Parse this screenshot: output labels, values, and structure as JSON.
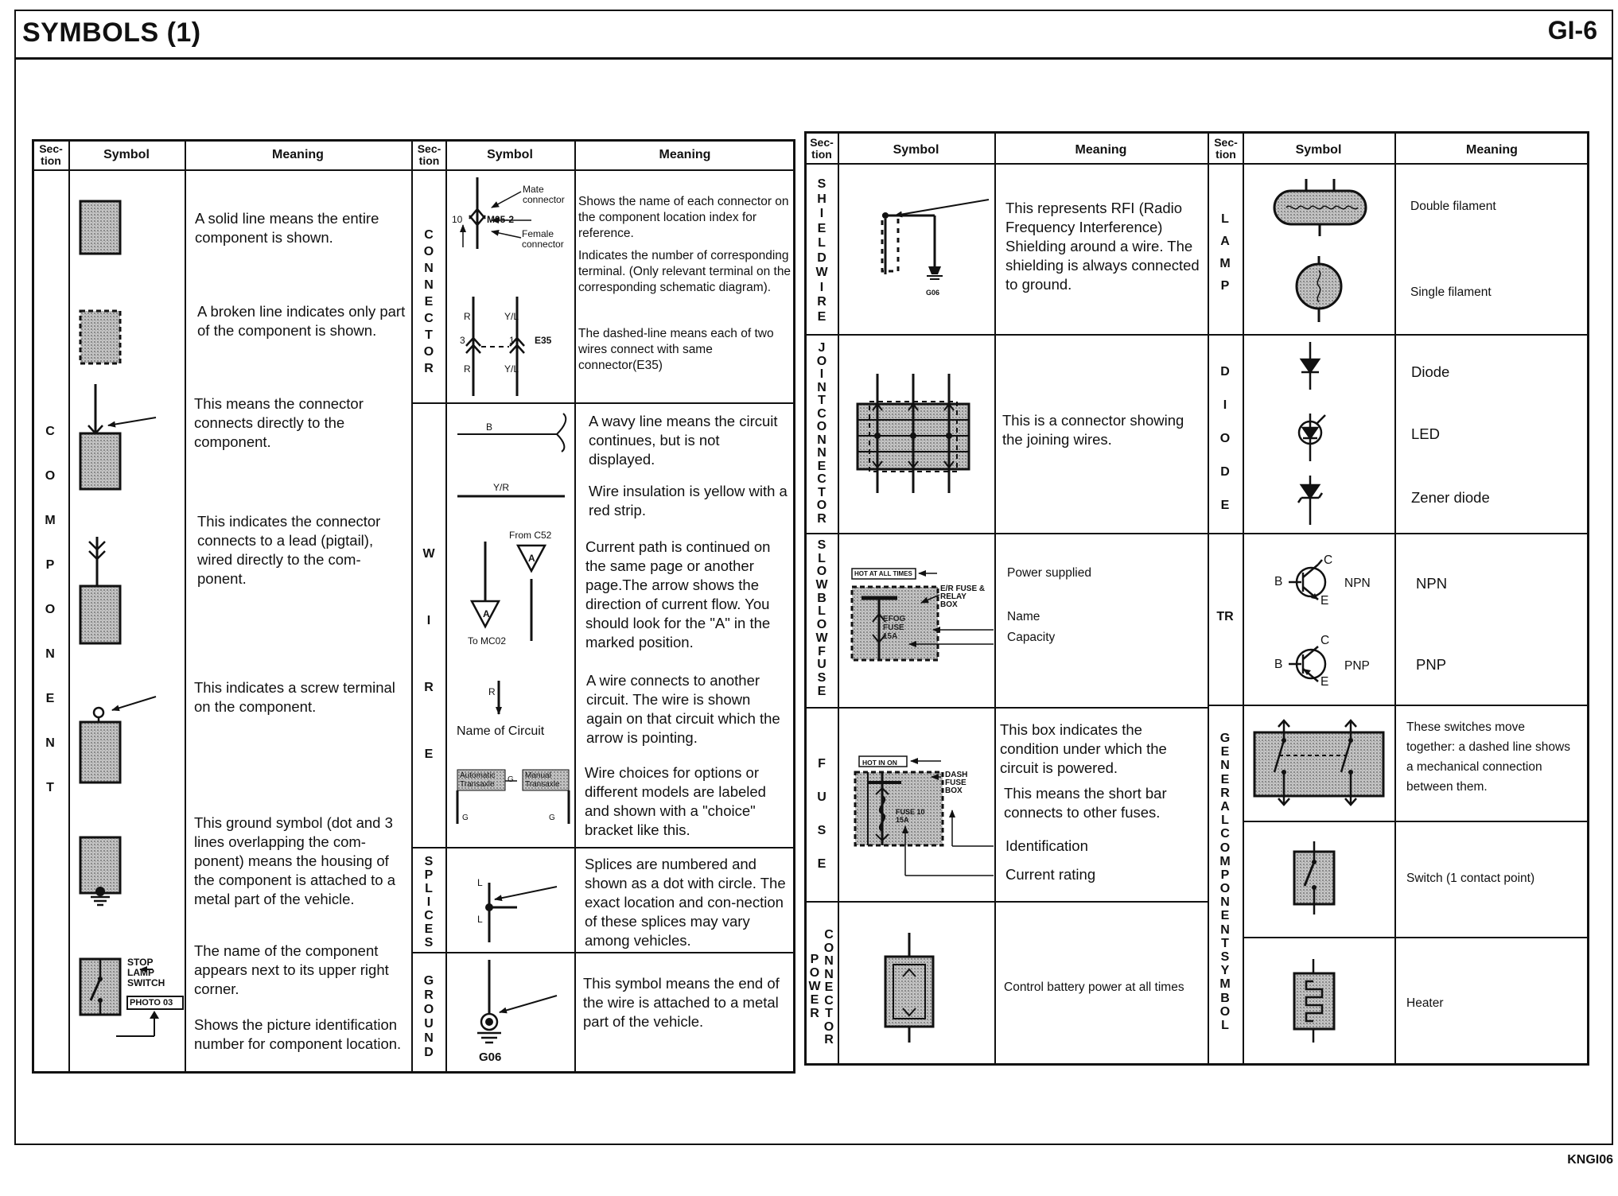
{
  "page": {
    "title": "SYMBOLS (1)",
    "page_no": "GI-6",
    "code": "KNGI06"
  },
  "headers": {
    "section": "Sec-tion",
    "section_a": "Sec-",
    "section_b": "tion",
    "symbol": "Symbol",
    "meaning": "Meaning"
  },
  "sections": {
    "component": "COMPONENT",
    "connector": "CONNECTOR",
    "wire": "WIRE",
    "splices": "SPLICES",
    "ground": "GROUND",
    "shield_wire": "SHIELDWIRE",
    "joint_connector": "JOINTCONNECTOR",
    "slow_blow_fuse": "SLOWBLOWFUSE",
    "fuse": "FUSE",
    "power_connector": "POWERCONNECTOR",
    "lamp": "LAMP",
    "diode": "DIODE",
    "tr": "TR",
    "general_component_symbol": "GENERALCOMPONENTSYMBOL"
  },
  "component": {
    "m1": "A solid line means the entire component is shown.",
    "m2": "A broken line indicates only part of the component is shown.",
    "m3": "This means the connector connects directly to the component.",
    "m4": "This indicates the connector connects to a lead (pigtail), wired directly to the com-ponent.",
    "m5": "This indicates a screw terminal on the component.",
    "m6": "This ground symbol (dot and 3 lines overlapping the com-ponent) means the housing of the component is attached to a metal part of the vehicle.",
    "m7": "The name of the component appears next to its upper right corner.",
    "m8": "Shows the picture identification number for component location.",
    "stop_lamp": [
      "STOP",
      "LAMP",
      "SWITCH"
    ],
    "photo": "PHOTO 03"
  },
  "connector": {
    "mate": [
      "Mate",
      "connector"
    ],
    "female": [
      "Female",
      "connector"
    ],
    "code": "M05-2",
    "pin": "10",
    "r": "R",
    "yl": "Y/L",
    "e35": "E35",
    "three": "3",
    "one": "1",
    "m1": "Shows the name of each connector on the component location index for reference.",
    "m2": "Indicates the number of corresponding terminal. (Only relevant terminal on the corresponding schematic diagram).",
    "m3": "The dashed-line means each of two wires connect with same connector(E35)"
  },
  "wire": {
    "b": "B",
    "yr": "Y/R",
    "from": "From C52",
    "to": "To MC02",
    "a": "A",
    "r": "R",
    "circuit": "Name of Circuit",
    "auto": [
      "Automatic",
      "Transaxle"
    ],
    "manual": [
      "Manual",
      "Transaxle"
    ],
    "g": "G",
    "m1": "A wavy line means the circuit continues, but is not displayed.",
    "m2": "Wire insulation is yellow with a red strip.",
    "m3": "Current path is continued on the same page or another page.The arrow shows the direction of current flow. You should look for the \"A\" in the marked position.",
    "m4": "A wire connects to another circuit. The wire is shown again on that circuit which the arrow is pointing.",
    "m5": "Wire choices for options or different models are labeled and shown with a \"choice\" bracket like this."
  },
  "splices": {
    "l": "L",
    "m": "Splices are numbered and shown as a dot with circle. The exact location and con-nection of these splices may vary among vehicles."
  },
  "ground": {
    "g06": "G06",
    "m": "This symbol means the end of the wire is attached to a metal part of the vehicle."
  },
  "shield": {
    "g06": "G06",
    "m": "This represents RFI (Radio Frequency Interference) Shielding around a wire. The shielding is always connected to ground."
  },
  "joint": {
    "m": "This is a connector showing the joining wires."
  },
  "sbf": {
    "hot": "HOT AT ALL TIMES",
    "box": [
      "E/R FUSE &",
      "RELAY",
      "BOX"
    ],
    "fuse": [
      "EFOG",
      "FUSE",
      "15A"
    ],
    "power": "Power supplied",
    "name": "Name",
    "capacity": "Capacity"
  },
  "fuse": {
    "hot": "HOT IN ON",
    "box": [
      "DASH",
      "FUSE",
      "BOX"
    ],
    "label": [
      "FUSE 10",
      "15A"
    ],
    "m1": "This box indicates the condition under which the circuit is powered.",
    "m2": "This means the short bar connects to other fuses.",
    "ident": "Identification",
    "rating": "Current rating"
  },
  "power_connector": {
    "m": "Control battery power at all times"
  },
  "lamp": {
    "double": "Double filament",
    "single": "Single filament"
  },
  "diode": {
    "diode": "Diode",
    "led": "LED",
    "zener": "Zener diode"
  },
  "tr": {
    "npn": "NPN",
    "pnp": "PNP",
    "b": "B",
    "c": "C",
    "e": "E"
  },
  "general": {
    "m1": "These switches move together: a dashed line shows a mechanical connection between them.",
    "m2": "Switch (1 contact point)",
    "m3": "Heater"
  },
  "colors": {
    "ink": "#111111",
    "fill": "#b0b0b0"
  }
}
